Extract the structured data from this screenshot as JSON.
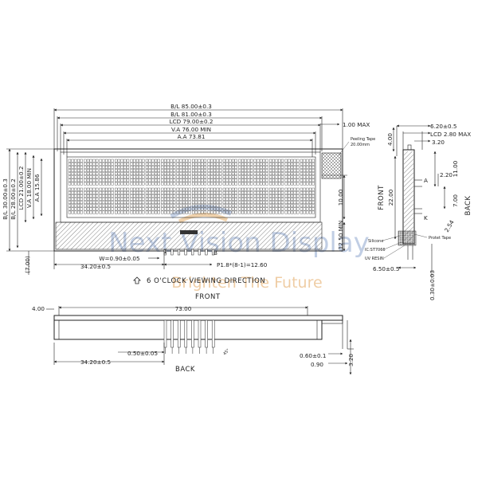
{
  "watermark": {
    "main": "Next Vision Display",
    "sub": "Brighten The Future",
    "main_color": "#8fa7cf",
    "sub_color": "#e3a65c"
  },
  "front_view": {
    "bl_85": "B/L 85.00±0.3",
    "bl_81": "B/L 81.00±0.3",
    "lcd_79": "LCD 79.00±0.2",
    "va_76": "V.A 76.00  MIN",
    "aa_73": "A.A 73.81",
    "max_100": "1.00  MAX",
    "peeling_tape_1": "Peeling Tape",
    "peeling_tape_2": "20.00mm",
    "bl_30": "B/L 30.00±0.3",
    "bl_28": "B/L 28.00±0.2",
    "lcd_21": "LCD 21.00±0.2",
    "va_18": "V.A 18.00  MIN",
    "aa_1586": "A.A 15.86",
    "dim_1000": "10.00",
    "dim_1250": "12.50  MIN",
    "dim_700": "(7.00)",
    "dim_3420": "34.20±0.5",
    "pin_w": "W=0.90±0.05",
    "pin_1": "1",
    "pin_b": "B",
    "pitch": "P1.8*(8-1)=12.60",
    "viewing": "6 O'CLOCK VIEWING DIRECTION"
  },
  "side_view": {
    "dim_620": "6.20±0.5",
    "lcd_280": "LCD 2.80  MAX",
    "dim_320": "3.20",
    "dim_400": "4.00",
    "dim_220": "2.20",
    "dim_1100": "11.00",
    "dim_2200": "22.00",
    "dim_700": "7.00",
    "dim_254": "2.54",
    "front": "FRONT",
    "back": "BACK",
    "label_a": "A",
    "label_k": "K",
    "silicone": "Silicone",
    "ic": "IC:ST7066",
    "uv_resin": "UV RESIN",
    "protect_tape": "Protet Tape",
    "dim_650": "6.50±0.5",
    "dim_030": "0.30±0.03"
  },
  "bottom_view": {
    "front": "FRONT",
    "back": "BACK",
    "dim_400": "4.00",
    "dim_7300": "73.00",
    "dim_050": "0.50±0.05",
    "dim_3420": "34.20±0.5",
    "dim_060": "0.60±0.1",
    "dim_090": "0.90",
    "dim_320": "3.20",
    "angle": "45°"
  }
}
